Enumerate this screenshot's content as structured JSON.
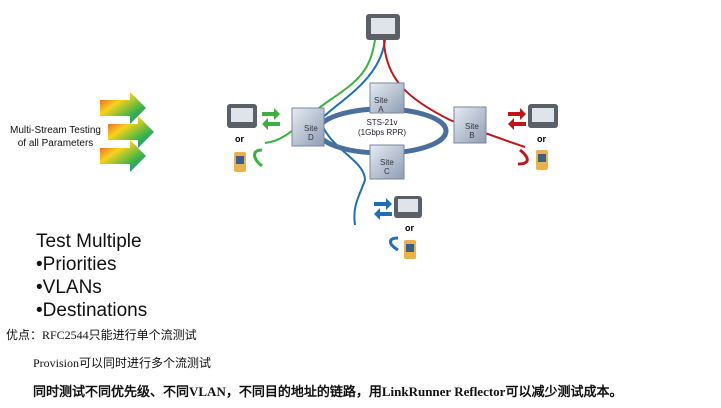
{
  "diagram": {
    "multistream_label": [
      "Multi-Stream Testing",
      "of all Parameters"
    ],
    "ring_label": [
      "STS-21v",
      "(1Gbps RPR)"
    ],
    "sites": [
      {
        "name": "Site",
        "letter": "A"
      },
      {
        "name": "Site",
        "letter": "B"
      },
      {
        "name": "Site",
        "letter": "C"
      },
      {
        "name": "Site",
        "letter": "D"
      }
    ],
    "or_label": "or",
    "colors": {
      "green": "#3cb043",
      "red": "#c0161b",
      "blue": "#1f6fb2",
      "ring": "#4a6f9c"
    }
  },
  "bullets": {
    "title": "Test Multiple",
    "items": [
      "•Priorities",
      "•VLANs",
      "•Destinations"
    ]
  },
  "notes": [
    "优点：RFC2544只能进行单个流测试",
    "Provision可以同时进行多个流测试",
    "同时测试不同优先级、不同VLAN，不同目的地址的链路，用LinkRunner Reflector可以减少测试成本。"
  ]
}
